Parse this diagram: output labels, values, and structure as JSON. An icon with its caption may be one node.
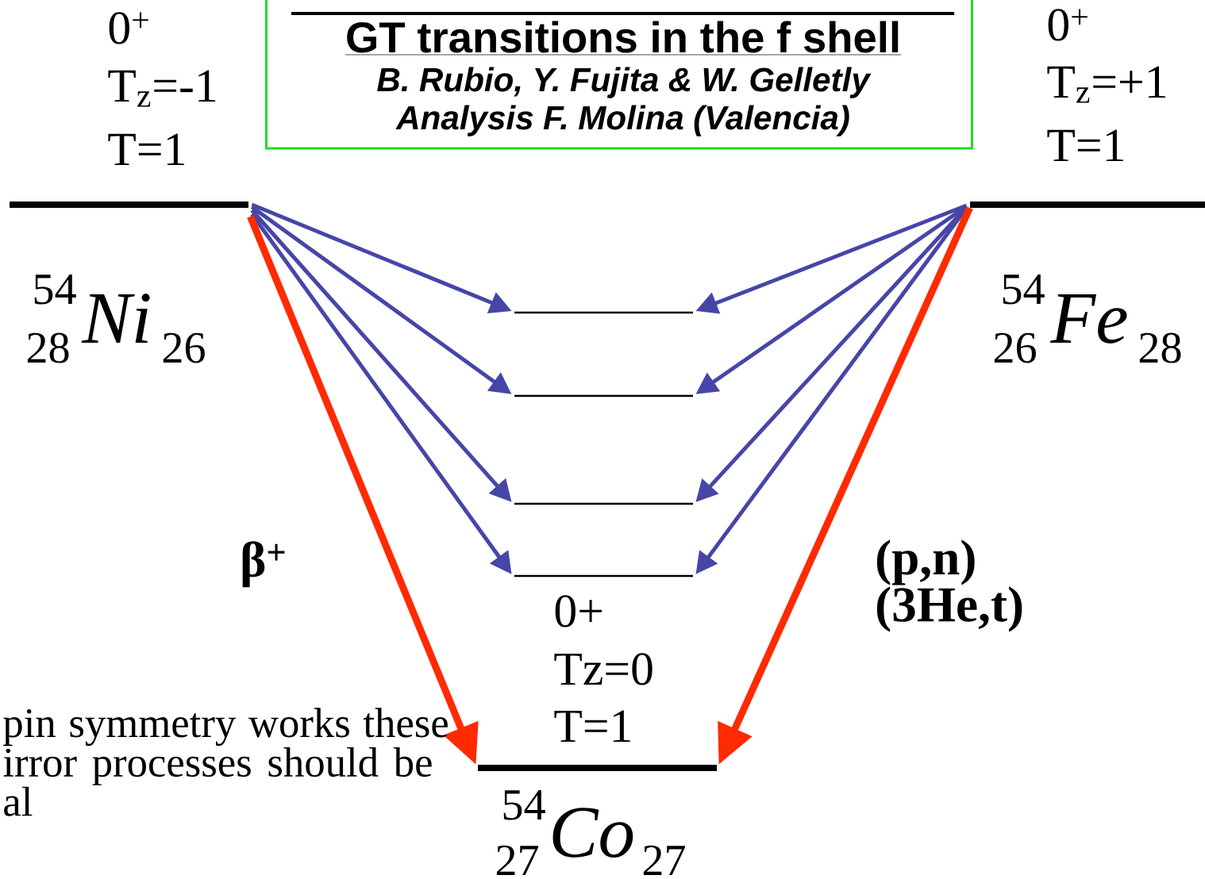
{
  "diagram": {
    "nodes": [
      {
        "text": [
          "GT transitions in the f shell",
          "B. Rubio, Y. Fujita & W. Gelletly",
          "Analysis F. Molina (Valencia)"
        ]
      },
      {
        "text": [],
        "shape": "bar",
        "beside": [
          "0$^{+}$",
          "T$_{z}$=-1",
          "T=1",
          "54",
          "28",
          "Ni",
          "26"
        ]
      },
      {
        "text": [],
        "shape": "bar",
        "beside": [
          "0$^{+}$",
          "T$_{z}$=+1",
          "T=1",
          "54",
          "26",
          "Fe",
          "28"
        ]
      },
      {
        "text": [],
        "shape": "bar"
      },
      {
        "text": [],
        "shape": "bar"
      },
      {
        "text": [],
        "shape": "bar"
      },
      {
        "text": [],
        "shape": "bar"
      },
      {
        "text": [],
        "shape": "bar",
        "beside": [
          "0+",
          "Tz=0",
          "T=1",
          "54",
          "27",
          "Co",
          "27"
        ]
      }
    ],
    "edges": [
      {
        "from": 1,
        "to": 3,
        "arrow": "to"
      },
      {
        "from": 1,
        "to": 4,
        "arrow": "to"
      },
      {
        "from": 1,
        "to": 5,
        "arrow": "to"
      },
      {
        "from": 1,
        "to": 6,
        "arrow": "to"
      },
      {
        "from": 2,
        "to": 3,
        "arrow": "to"
      },
      {
        "from": 2,
        "to": 4,
        "arrow": "to"
      },
      {
        "from": 2,
        "to": 5,
        "arrow": "to"
      },
      {
        "from": 2,
        "to": 6,
        "arrow": "to"
      },
      {
        "from": 1,
        "to": 7,
        "arrow": "to",
        "style": "thick",
        "color": "#ff2a00",
        "label": "β$^{+}$"
      },
      {
        "from": 2,
        "to": 7,
        "arrow": "to",
        "style": "thick",
        "color": "#ff2a00",
        "label": "(p,n) (3He,t)"
      }
    ],
    "labels": [
      "pin symmetry works these irror processes should be al"
    ]
  }
}
